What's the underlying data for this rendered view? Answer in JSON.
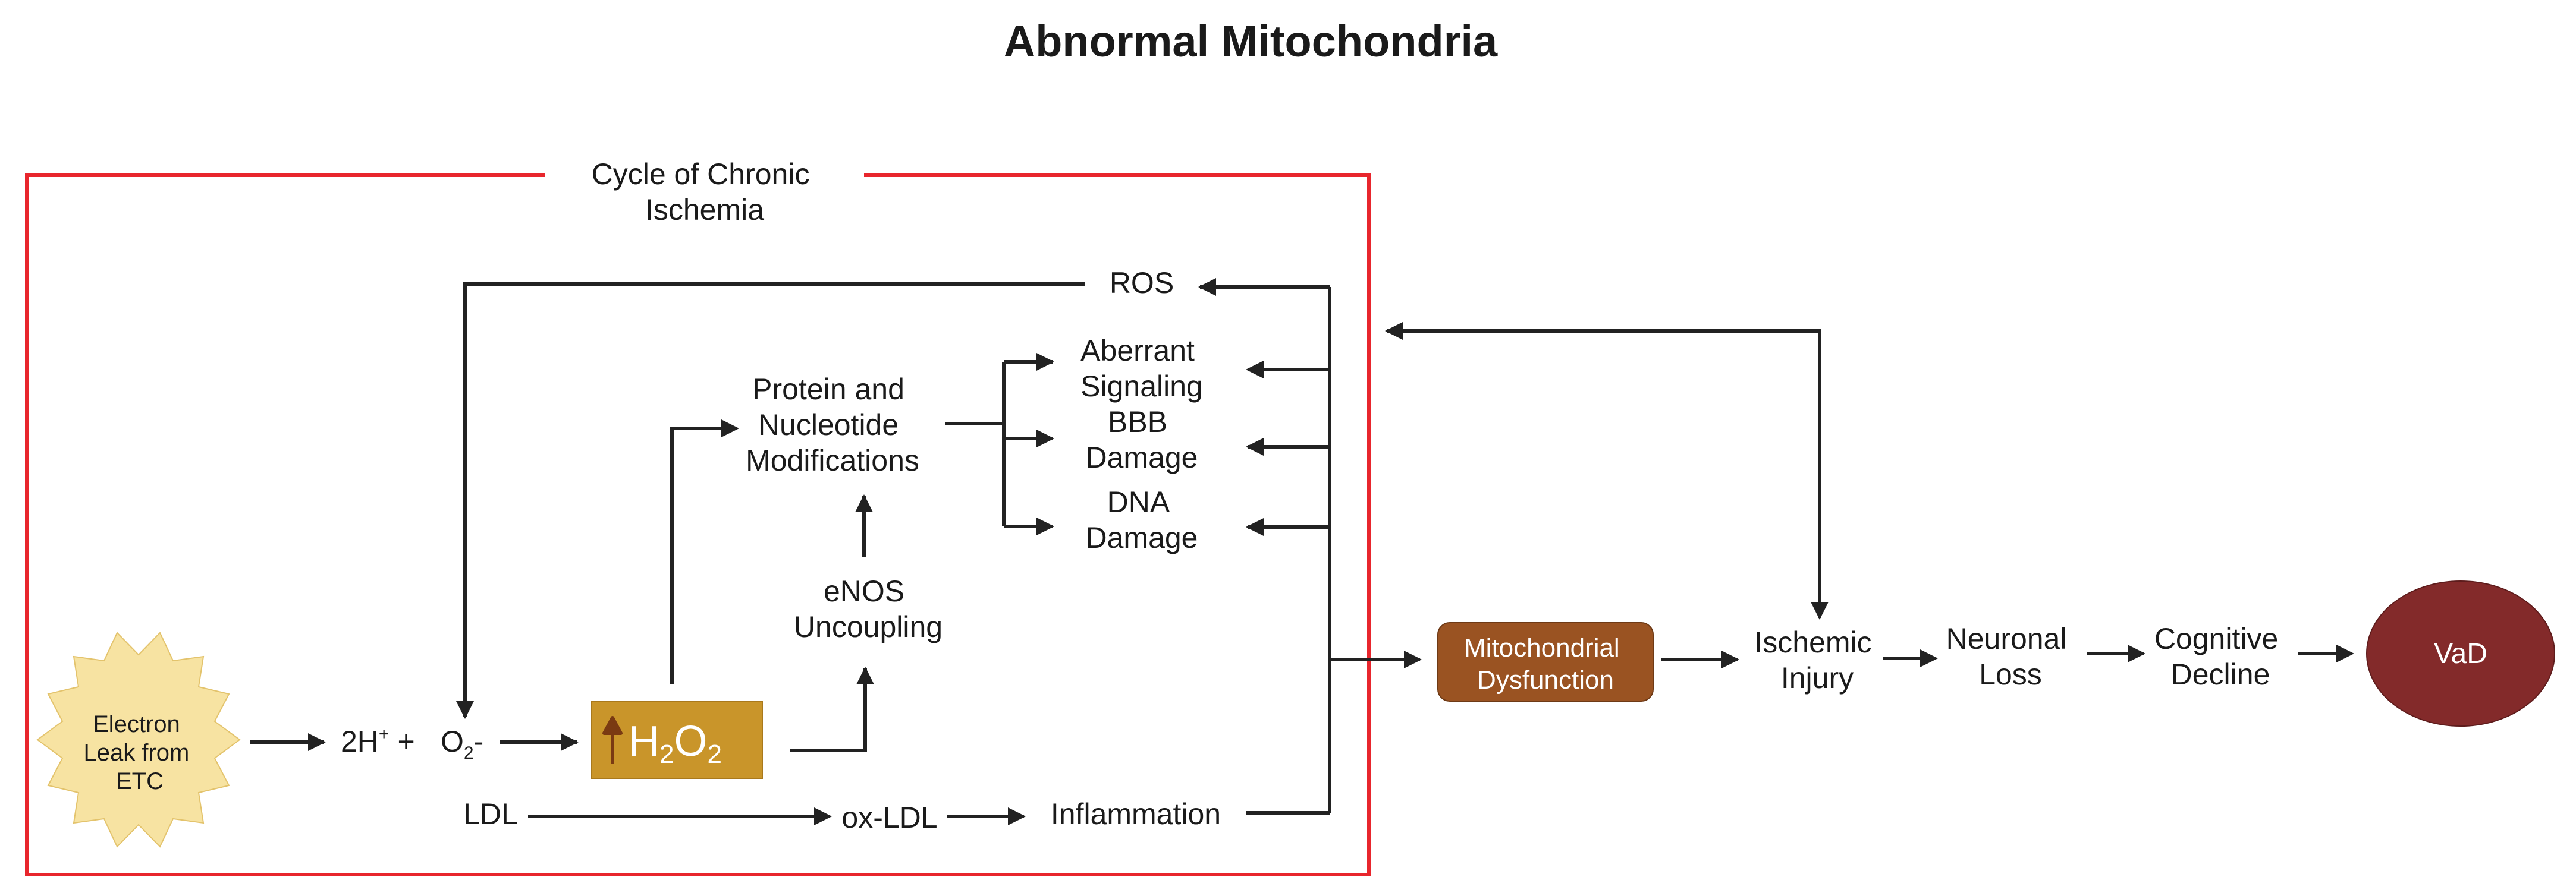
{
  "title": "Abnormal Mitochondria",
  "cycle_label": [
    "Cycle of Chronic",
    "Ischemia"
  ],
  "nodes": {
    "electron_leak": [
      "Electron",
      "Leak from",
      "ETC"
    ],
    "protons": {
      "base": "2H",
      "sup": "+",
      "plus": "+"
    },
    "superoxide": {
      "base": "O",
      "sub": "2",
      "tail": "-"
    },
    "h2o2": {
      "h": "H",
      "sub1": "2",
      "o": "O",
      "sub2": "2"
    },
    "ros": "ROS",
    "protein_mod": [
      "Protein and",
      "Nucleotide",
      "Modifications"
    ],
    "aberrant_signaling": [
      "Aberrant",
      "Signaling"
    ],
    "bbb_damage": [
      "BBB",
      "Damage"
    ],
    "dna_damage": [
      "DNA",
      "Damage"
    ],
    "enos": [
      "eNOS",
      "Uncoupling"
    ],
    "ldl": "LDL",
    "ox_ldl": "ox-LDL",
    "inflammation": "Inflammation",
    "mito_dysfunction": [
      "Mitochondrial",
      "Dysfunction"
    ],
    "ischemic_injury": [
      "Ischemic",
      "Injury"
    ],
    "neuronal_loss": [
      "Neuronal",
      "Loss"
    ],
    "cognitive_decline": [
      "Cognitive",
      "Decline"
    ],
    "vad": "VaD"
  },
  "colors": {
    "cycle_border": "#e8262d",
    "star_fill": "#f7e3a2",
    "h2o2_fill": "#c9952a",
    "h2o2_arrow": "#7a3a12",
    "mito_fill": "#9a5322",
    "vad_fill": "#832a2a",
    "edge": "#222222"
  }
}
